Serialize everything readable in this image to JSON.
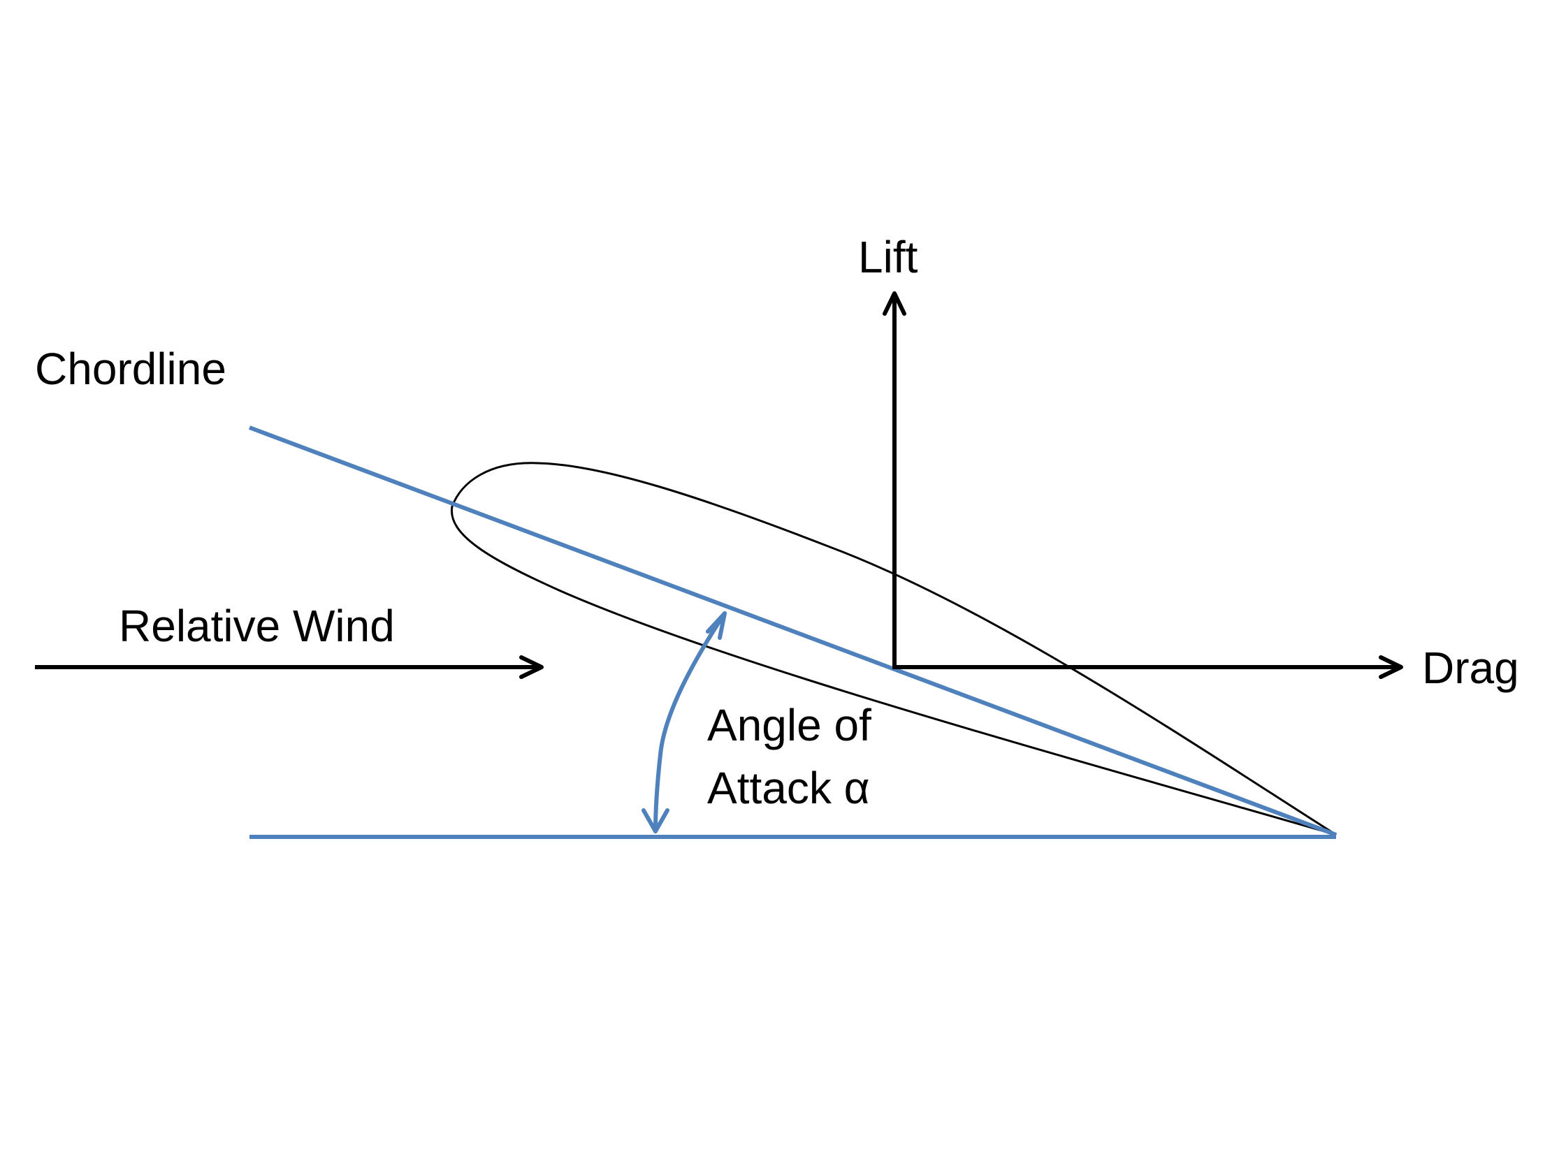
{
  "labels": {
    "lift": "Lift",
    "drag": "Drag",
    "chordline": "Chordline",
    "relative_wind": "Relative Wind",
    "angle_line1": "Angle of",
    "angle_line2": "Attack α"
  },
  "colors": {
    "background": "#ffffff",
    "ink": "#000000",
    "chord_blue": "#4f81bd"
  }
}
